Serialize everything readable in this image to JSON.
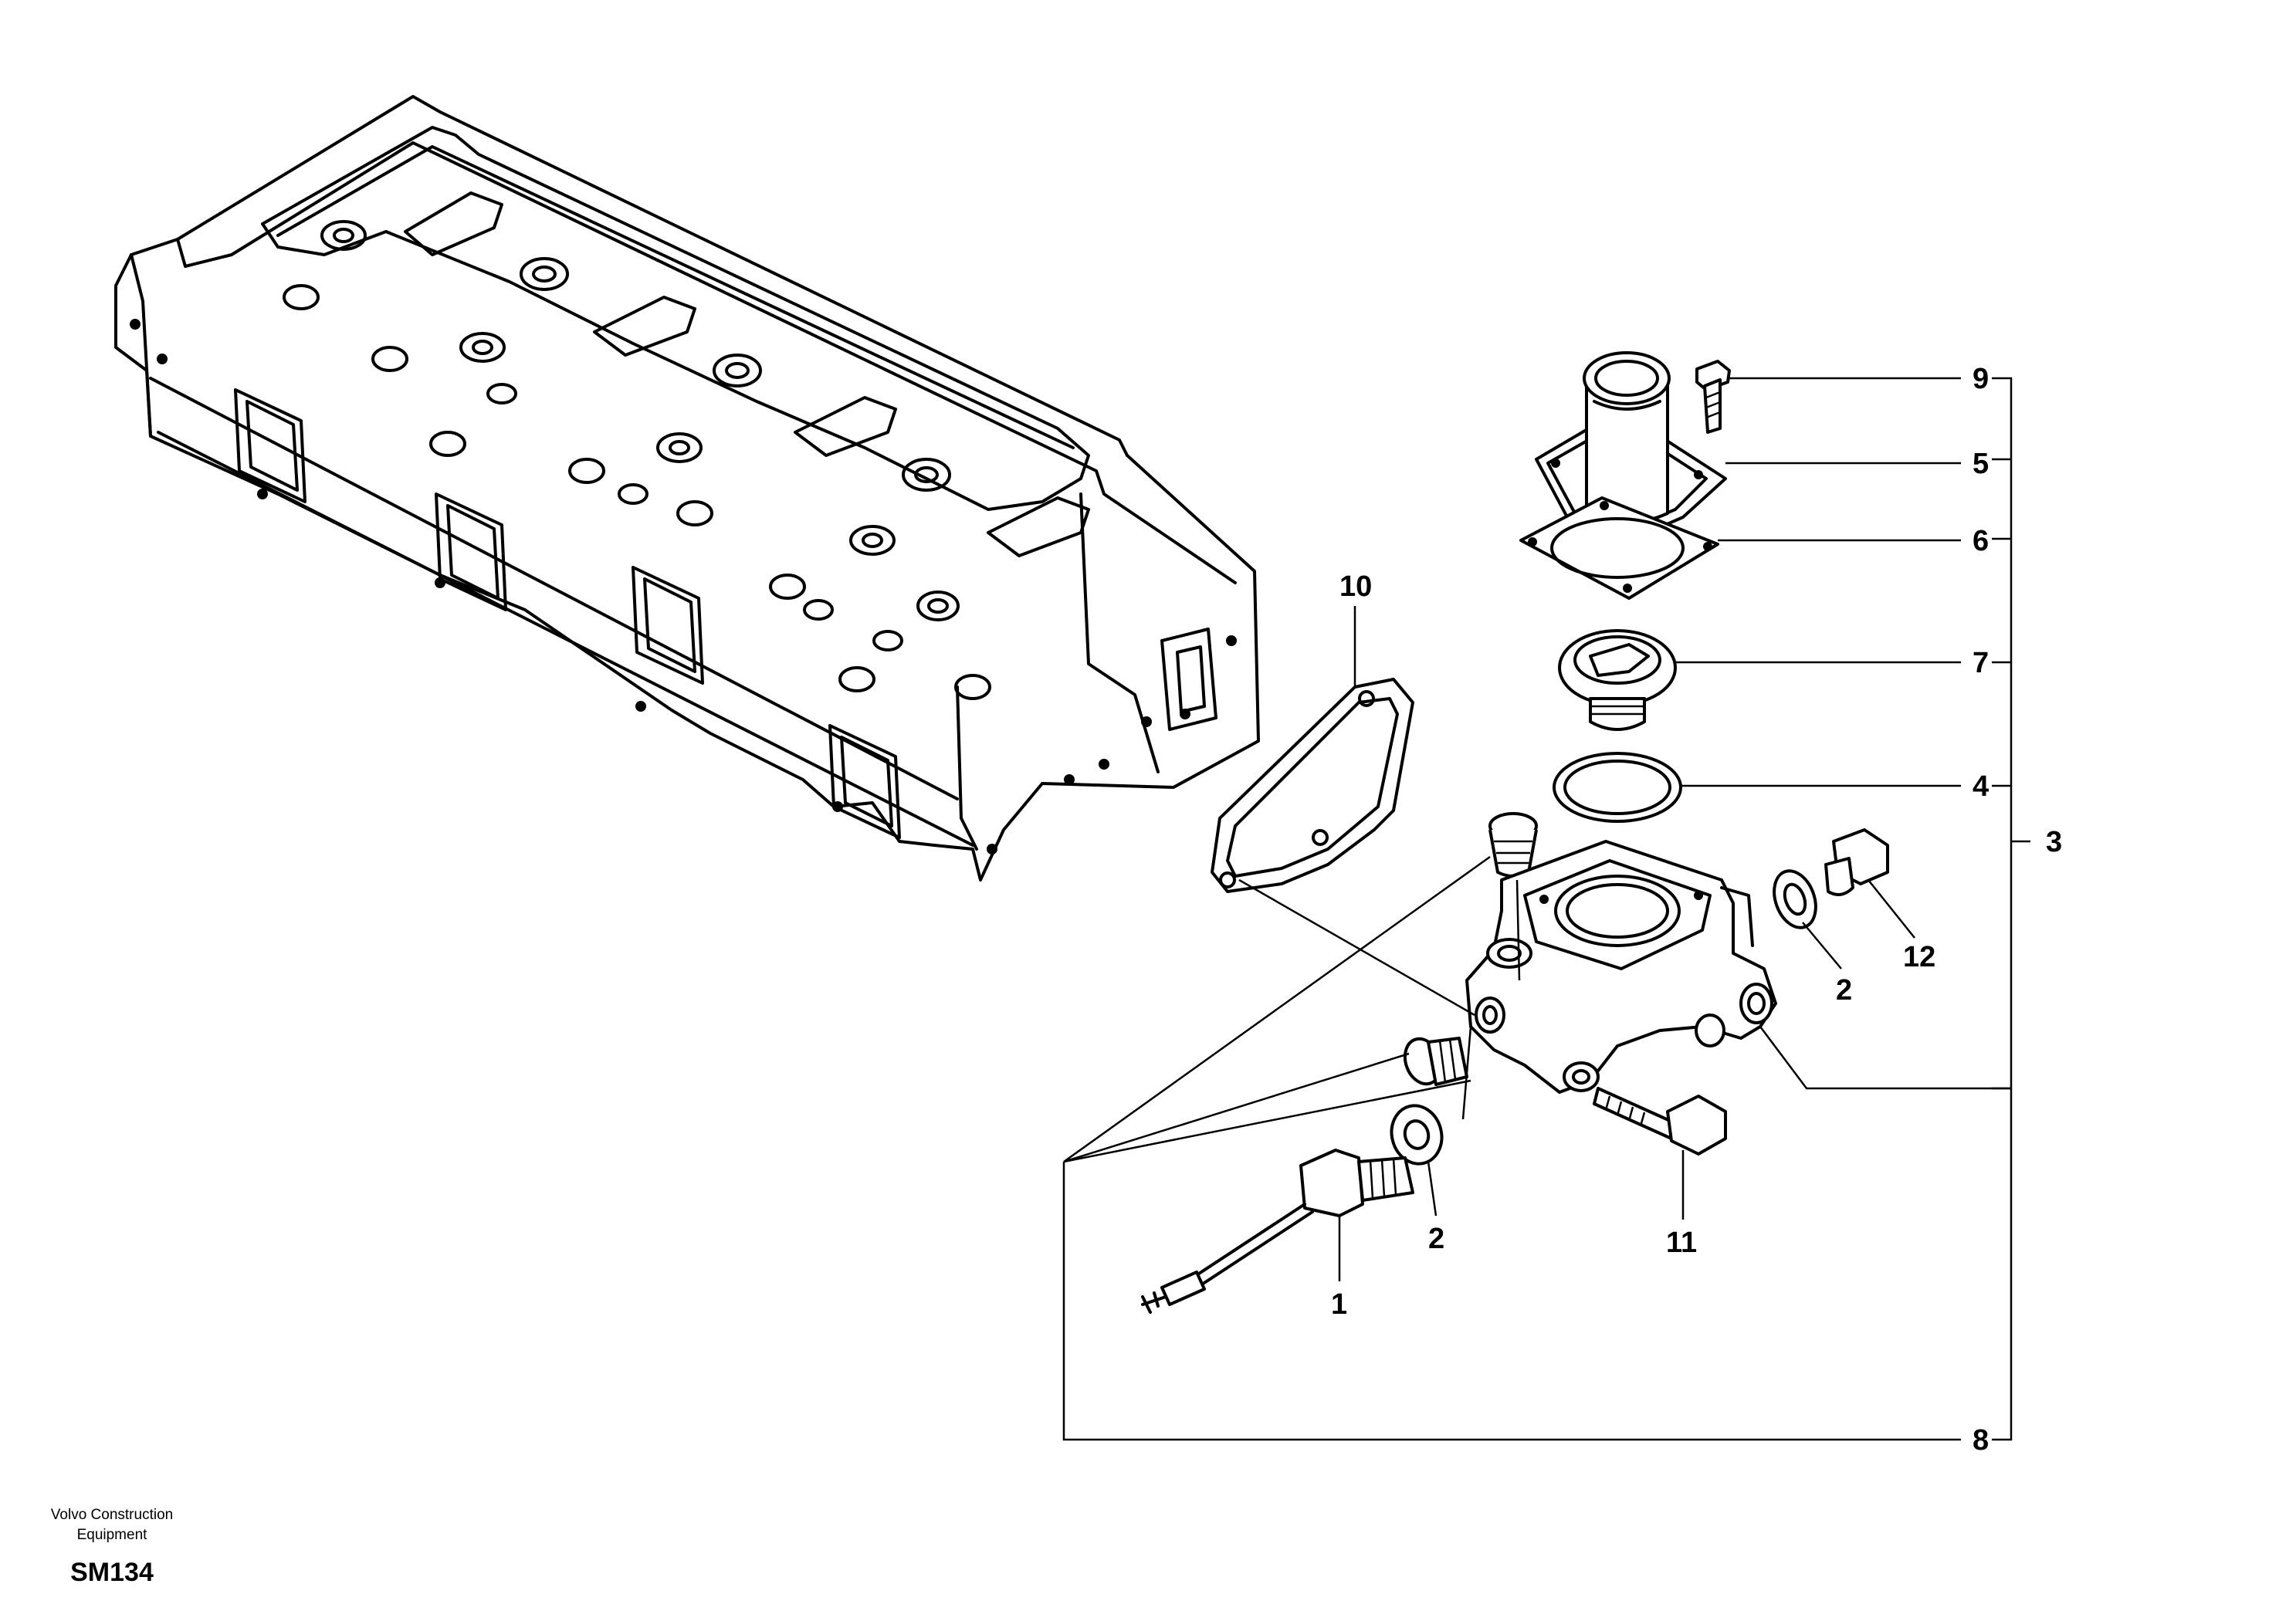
{
  "callouts": {
    "c1": "1",
    "c2a": "2",
    "c2b": "2",
    "c3": "3",
    "c4": "4",
    "c5": "5",
    "c6": "6",
    "c7": "7",
    "c8": "8",
    "c9": "9",
    "c10": "10",
    "c11": "11",
    "c12": "12"
  },
  "footer": {
    "brand_line1": "Volvo Construction",
    "brand_line2": "Equipment",
    "code": "SM134"
  }
}
